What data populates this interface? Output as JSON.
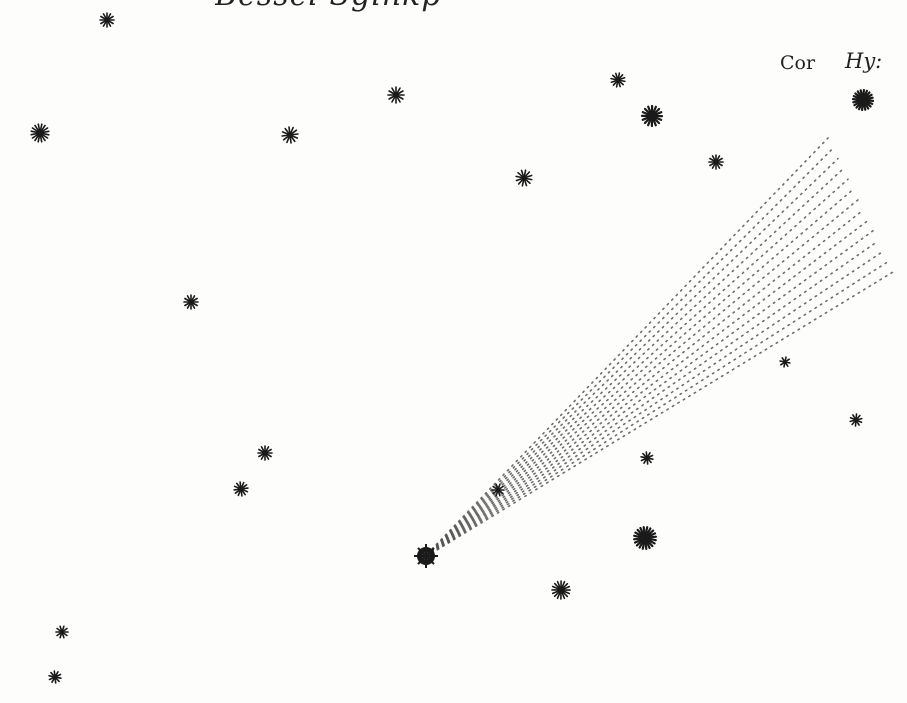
{
  "labels": {
    "top_partial": "Bessel Sginkp",
    "cor": "Cor",
    "hy": "Hy:"
  },
  "colors": {
    "ink": "#1a1a1a",
    "paper": "#fdfdfc"
  },
  "icons": {
    "star": "star-icon",
    "comet_nucleus": "comet-nucleus-icon",
    "comet_tail": "comet-tail-icon"
  }
}
